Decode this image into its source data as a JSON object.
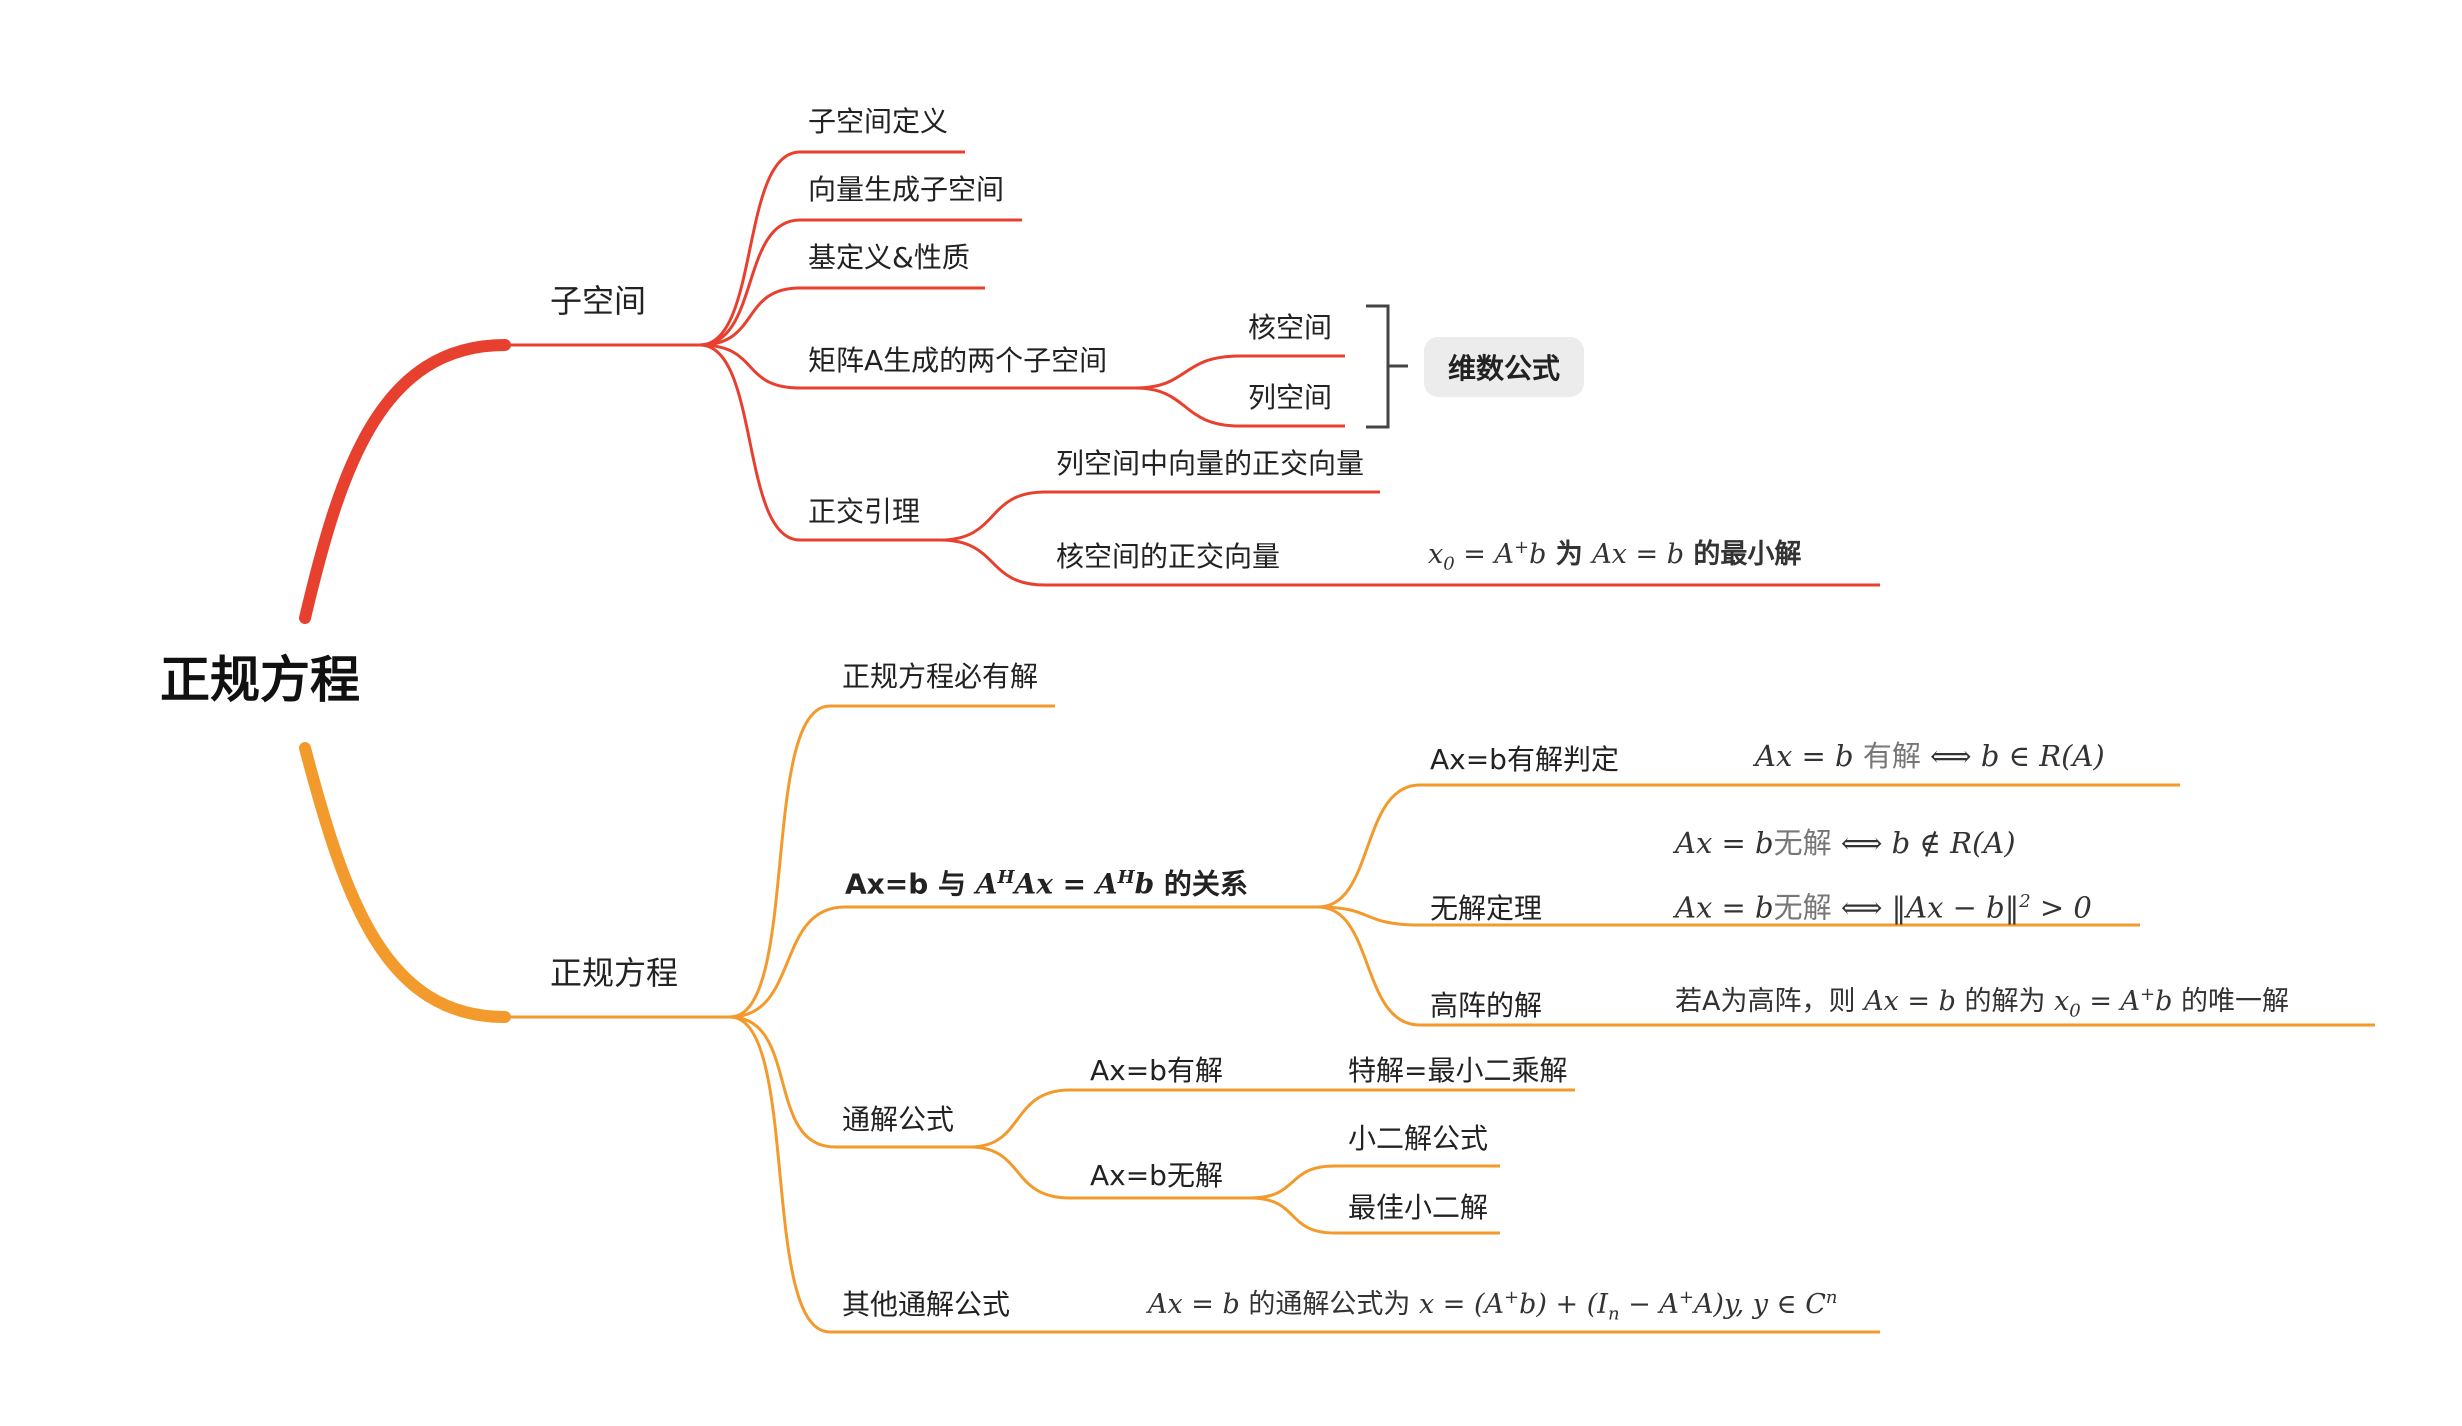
{
  "root": "正规方程",
  "colors": {
    "red": "#e8402f",
    "orange": "#f39a2c"
  },
  "sub": {
    "label": "子空间",
    "items": [
      "子空间定义",
      "向量生成子空间",
      "基定义&性质",
      "矩阵A生成的两个子空间",
      "正交引理"
    ],
    "two_subspaces": [
      "核空间",
      "列空间"
    ],
    "dim_badge": "维数公式",
    "orth": [
      "列空间中向量的正交向量",
      "核空间的正交向量"
    ],
    "orth_formula": {
      "a": "x",
      "sub0": "0",
      "b": " = A",
      "sup": "+",
      "c": "b",
      "wei": " 为 ",
      "d": "Ax = b",
      "tail": " 的最小解"
    }
  },
  "ne": {
    "label": "正规方程",
    "must": "正规方程必有解",
    "rel": {
      "a": "Ax=b 与 ",
      "b": "A",
      "b_sup": "H",
      "c": "Ax = A",
      "c_sup": "H",
      "d": "b",
      "e": " 的关系"
    },
    "judge": "Ax=b有解判定",
    "judge_f": {
      "a": "Ax = b",
      "b": " 有解  ",
      "c": " ⟺  b ∈ R(A)"
    },
    "nosol": "无解定理",
    "nosol_f1": {
      "a": "Ax = b",
      "b": "无解",
      "c": "  ⟺  b ∉ R(A)"
    },
    "nosol_f2": {
      "a": "Ax = b",
      "b": "无解",
      "c": "  ⟺  ‖Ax − b‖",
      "sup": "2",
      "d": " > 0"
    },
    "high": "高阵的解",
    "high_f": {
      "a": "若A为高阵，则 ",
      "b": "Ax = b",
      "c": " 的解为 ",
      "d": "x",
      "sub0": "0",
      "e": " = A",
      "sup": "+",
      "f": "b",
      "g": " 的唯一解"
    },
    "gen": "通解公式",
    "has": "Ax=b有解",
    "has_child": "特解=最小二乘解",
    "none": "Ax=b无解",
    "none_children": [
      "小二解公式",
      "最佳小二解"
    ],
    "other": "其他通解公式",
    "other_f": {
      "a": "Ax = b",
      "b": " 的通解公式为 ",
      "c": "x = (A",
      "s1": "+",
      "d": "b) + (I",
      "sn": "n",
      "e": " − A",
      "s2": "+",
      "f": "A)y, y ∈ C",
      "s3": "n"
    }
  }
}
